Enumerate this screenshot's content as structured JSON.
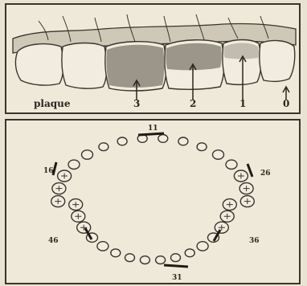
{
  "plaque_panel": {
    "plaque_label": "plaque",
    "scores": [
      "3",
      "2",
      "1",
      "0"
    ]
  },
  "arch_panel": {
    "tooth_labels": [
      "11",
      "16",
      "26",
      "46",
      "36",
      "31"
    ]
  }
}
